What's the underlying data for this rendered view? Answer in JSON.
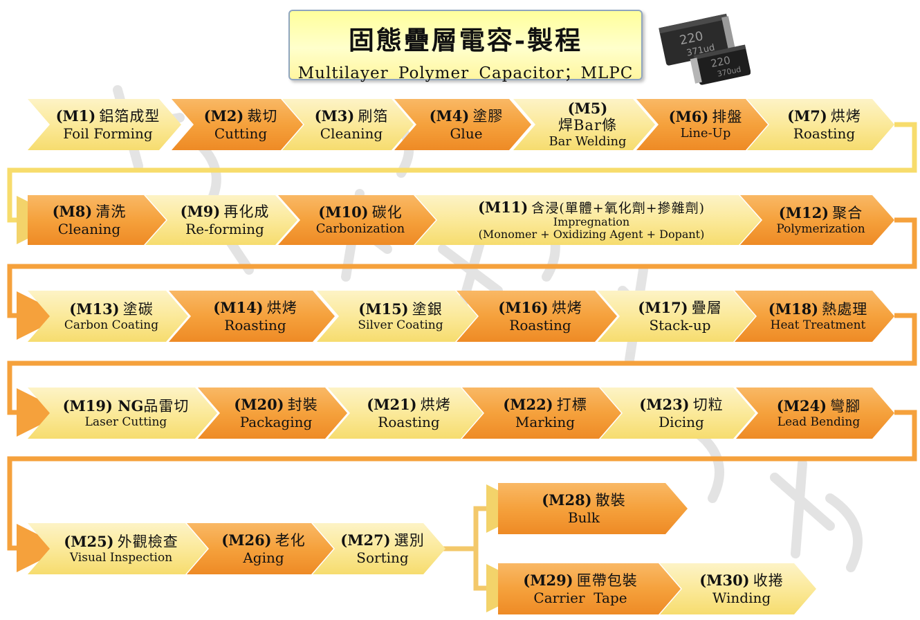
{
  "title": {
    "main": "固態疊層電容-製程",
    "sub": "Multilayer Polymer Capacitor；MLPC"
  },
  "photo": {
    "icon": "capacitor-chip-icon",
    "chip1_marking": [
      "220",
      "371ud"
    ],
    "chip2_marking": [
      "220",
      "370ud"
    ]
  },
  "colors": {
    "yellow_step": "#fbe99a",
    "orange_step": "#f5a13c",
    "connector_orange": "#f5a13c",
    "connector_yellow": "#fbe99a"
  },
  "steps": [
    {
      "code": "(M1)",
      "zh": "鋁箔成型",
      "en": "Foil Forming"
    },
    {
      "code": "(M2)",
      "zh": "裁切",
      "en": "Cutting"
    },
    {
      "code": "(M3)",
      "zh": "刷箔",
      "en": "Cleaning"
    },
    {
      "code": "(M4)",
      "zh": "塗膠",
      "en": "Glue"
    },
    {
      "code": "(M5)",
      "zh": "焊Bar條",
      "en": "Bar Welding"
    },
    {
      "code": "(M6)",
      "zh": "排盤",
      "en": "Line-Up"
    },
    {
      "code": "(M7)",
      "zh": "烘烤",
      "en": "Roasting"
    },
    {
      "code": "(M8)",
      "zh": "清洗",
      "en": "Cleaning"
    },
    {
      "code": "(M9)",
      "zh": "再化成",
      "en": "Re-forming"
    },
    {
      "code": "(M10)",
      "zh": "碳化",
      "en": "Carbonization"
    },
    {
      "code": "(M11)",
      "zh": "含浸(單體+氧化劑+摻雜劑)",
      "en": "Impregnation",
      "en2": "(Monomer + Oxidizing Agent + Dopant)"
    },
    {
      "code": "(M12)",
      "zh": "聚合",
      "en": "Polymerization"
    },
    {
      "code": "(M13)",
      "zh": "塗碳",
      "en": "Carbon Coating"
    },
    {
      "code": "(M14)",
      "zh": "烘烤",
      "en": "Roasting"
    },
    {
      "code": "(M15)",
      "zh": "塗銀",
      "en": "Silver Coating"
    },
    {
      "code": "(M16)",
      "zh": "烘烤",
      "en": "Roasting"
    },
    {
      "code": "(M17)",
      "zh": "疊層",
      "en": "Stack-up"
    },
    {
      "code": "(M18)",
      "zh": "熱處理",
      "en": "Heat Treatment"
    },
    {
      "code": "(M19) NG",
      "zh": "品雷切",
      "en": "Laser Cutting"
    },
    {
      "code": "(M20)",
      "zh": "封裝",
      "en": "Packaging"
    },
    {
      "code": "(M21)",
      "zh": "烘烤",
      "en": "Roasting"
    },
    {
      "code": "(M22)",
      "zh": "打標",
      "en": "Marking"
    },
    {
      "code": "(M23)",
      "zh": "切粒",
      "en": "Dicing"
    },
    {
      "code": "(M24)",
      "zh": "彎腳",
      "en": "Lead Bending"
    },
    {
      "code": "(M25)",
      "zh": "外觀檢查",
      "en": "Visual Inspection"
    },
    {
      "code": "(M26)",
      "zh": "老化",
      "en": "Aging"
    },
    {
      "code": "(M27)",
      "zh": "選別",
      "en": "Sorting"
    },
    {
      "code": "(M28)",
      "zh": "散裝",
      "en": "Bulk"
    },
    {
      "code": "(M29)",
      "zh": "匣帶包裝",
      "en": "Carrier  Tape"
    },
    {
      "code": "(M30)",
      "zh": "收捲",
      "en": "Winding"
    }
  ]
}
